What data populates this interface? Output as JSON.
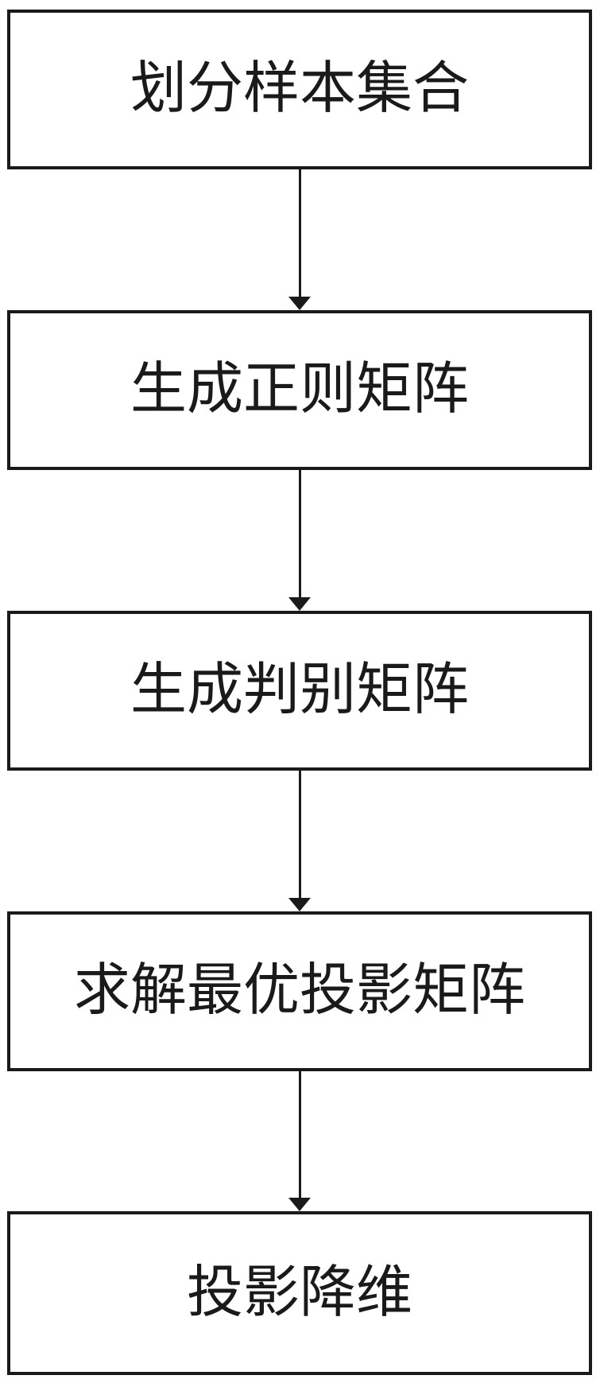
{
  "flowchart": {
    "steps": [
      {
        "label": "划分样本集合"
      },
      {
        "label": "生成正则矩阵"
      },
      {
        "label": "生成判别矩阵"
      },
      {
        "label": "求解最优投影矩阵"
      },
      {
        "label": "投影降维"
      }
    ],
    "connections": [
      {
        "from": 0,
        "to": 1
      },
      {
        "from": 1,
        "to": 2
      },
      {
        "from": 2,
        "to": 3
      },
      {
        "from": 3,
        "to": 4
      }
    ],
    "colors": {
      "line": "#1a1a1a",
      "text": "#1a1a1a",
      "background": "#ffffff"
    }
  }
}
